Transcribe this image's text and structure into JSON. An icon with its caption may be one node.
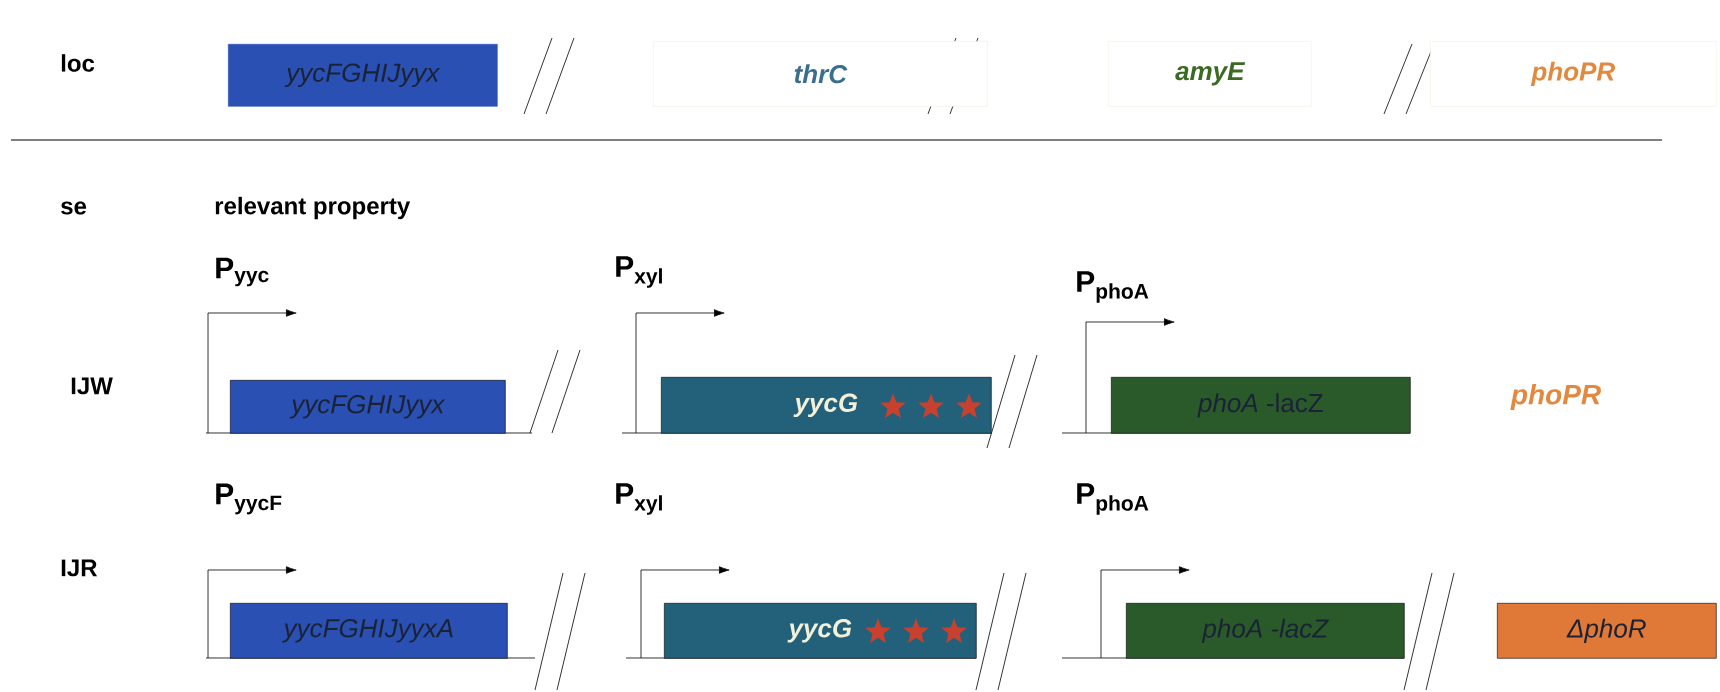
{
  "diagram": {
    "nodes": [
      {
        "text": [
          "yycFGHIJyyx"
        ]
      },
      {
        "text": [
          "thrC"
        ]
      },
      {
        "text": [
          "amyE"
        ]
      },
      {
        "text": [
          "phoPR"
        ]
      },
      {
        "text": [
          "yycFGHIJyyx"
        ]
      },
      {
        "text": [
          "yycG"
        ]
      },
      {
        "text": [
          "*phoA* -lacZ"
        ]
      },
      {
        "text": [
          "yycFGHIJyyxA"
        ]
      },
      {
        "text": [
          "yycG"
        ]
      },
      {
        "text": [
          "phoA -lacZ"
        ]
      },
      {
        "text": [
          "ΔphoR"
        ]
      }
    ],
    "edges": [],
    "labels": [
      "loc",
      "se",
      "relevant property",
      "P$_{yyc}$",
      "P$_{xyl}$",
      "P$_{phoA}$",
      "IJW",
      "phoPR",
      "P$_{yycF}$",
      "P$_{xyl}$",
      "P$_{phoA}$",
      "IJR"
    ]
  }
}
